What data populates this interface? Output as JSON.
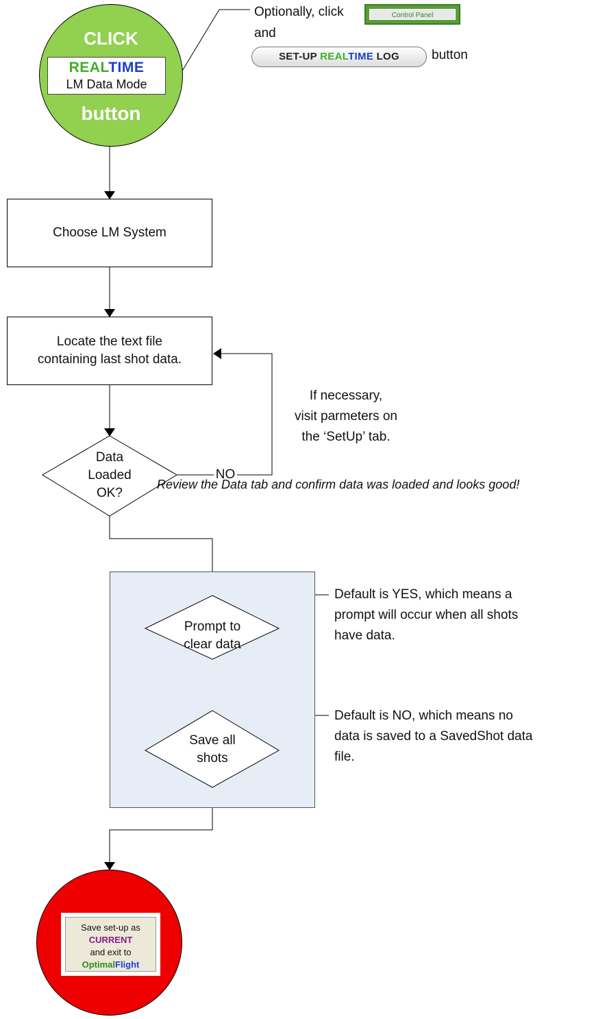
{
  "start": {
    "click": "CLICK",
    "logo_real": "REAL",
    "logo_time": "TIME",
    "mode": "LM Data Mode",
    "button": "button"
  },
  "optional": {
    "line1": "Optionally, click",
    "control_panel": "Control Panel",
    "line2": "and",
    "setup_dark1": "SET-UP ",
    "setup_green": "REAL",
    "setup_blue": "TIME",
    "setup_dark2": " LOG",
    "button_word": "button"
  },
  "steps": {
    "choose": "Choose LM System",
    "locate_1": "Locate the text file",
    "locate_2": "containing last shot data."
  },
  "decisions": {
    "data_loaded_1": "Data",
    "data_loaded_2": "Loaded",
    "data_loaded_3": "OK?",
    "no_label": "NO",
    "prompt_1": "Prompt to",
    "prompt_2": "clear data",
    "save_1": "Save all",
    "save_2": "shots"
  },
  "notes": {
    "setup_1": "If necessary,",
    "setup_2": "visit parmeters on",
    "setup_3": "the ‘SetUp’ tab.",
    "review": "Review the Data tab and confirm data was loaded and looks good!",
    "prompt_default_1": "Default is YES, which means a",
    "prompt_default_2": "prompt will occur when all shots",
    "prompt_default_3": "have data.",
    "save_default_1": "Default is NO, which means no",
    "save_default_2": "data is saved to a SavedShot data",
    "save_default_3": "file."
  },
  "end": {
    "line1": "Save set-up as",
    "current": "CURRENT",
    "line3": "and exit to",
    "optimal": "Optimal",
    "flight": "Flight"
  }
}
